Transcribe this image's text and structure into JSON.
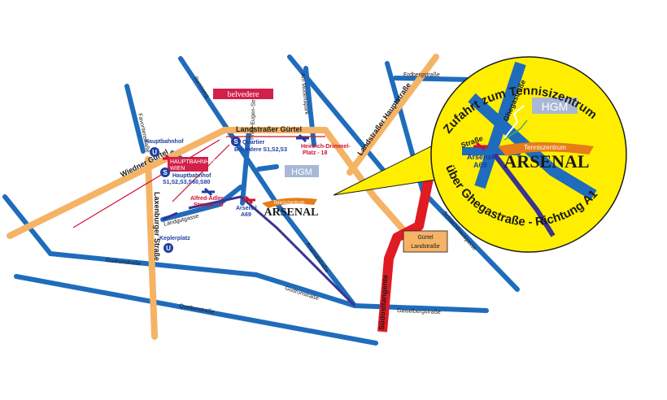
{
  "map": {
    "streets": {
      "wiedner_guertel": "Wiedner Gürtel",
      "landstrasser_guertel": "Landstraßer Gürtel",
      "laxenburger_strasse": "Laxenburger Straße",
      "landstrasser_hauptstrasse": "Landstraßer Hauptstraße",
      "guertel_landstrasse_line1": "Gürtel",
      "guertel_landstrasse_line2": "Landstraße",
      "suedosttangente": "Südosttangente",
      "gudrunstrasse_1": "Gudrunstraße",
      "gudrunstrasse_2": "Gudrunstraße",
      "quellenstrasse": "Quellenstraße",
      "geiselbergstrasse": "Geiselbergstraße",
      "landgutgasse": "Landgutgasse",
      "arsenalstrasse": "Arsenalstraße",
      "favoritenstrasse": "Favoritenstraße",
      "rennweg": "Rennweg",
      "prinz_eugen_strasse": "Prinz-Eugen-Straße",
      "am_heumarkt": "Am Modenapark",
      "schlachthausgasse": "Schlachthausgasse",
      "erdberger": "Erdbergstraße"
    },
    "landmarks": {
      "belvedere": "belvedere",
      "hgm": "HGM",
      "arsenal_small": "Tenniszentrum",
      "arsenal_big": "ARSENAL"
    },
    "stations": {
      "hauptbahnhof_u": "Hauptbahnhof",
      "keplerplatz_u": "Keplerplatz",
      "hauptbahnhof_wien_line1": "HAUPTBAHNHOF",
      "hauptbahnhof_wien_line2": "WIEN",
      "hauptbahnhof_s_line1": "Hauptbahnhof",
      "hauptbahnhof_s_line2": "S1,S2,S3,S60,S80",
      "quartier_belvedere_line1": "Quartier",
      "quartier_belvedere_line2": "Belvedere S1,S2,S3",
      "heinrich_drimmel_line1": "Heinrich-Drimmel-",
      "heinrich_drimmel_line2": "Platz - 18",
      "alfred_adler_line1": "Alfred-Adler",
      "alfred_adler_line2": "Strasse - D",
      "arsenal_a69_line1": "Arsenal",
      "arsenal_a69_line2": "A69"
    },
    "callout": {
      "top_text": "Zufahrt zum Tennisizentrum",
      "bottom_text": "über Ghegastraße - Richtung A1",
      "street_ghega": "Ghegastraße",
      "street_strasse": "Straße",
      "hgm": "HGM",
      "arsenal_line1": "Arsenal",
      "arsenal_line2": "A69",
      "arsenal_small": "Tenniszentrum",
      "arsenal_big": "ARSENAL"
    },
    "colors": {
      "street": "#1f6cbc",
      "main_road": "#f5b366",
      "highway": "#e01b24",
      "callout_fill": "#ffee00",
      "belvedere": "#d2204a",
      "hgm": "#a9b8d6"
    }
  }
}
